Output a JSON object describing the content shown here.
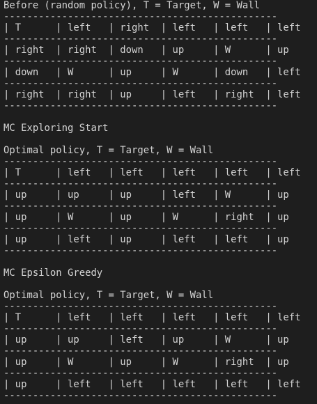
{
  "terminal": {
    "lines": [
      "Before (random policy), T = Target, W = Wall",
      "-----------------------------------------------",
      "| T      | left   | right  | left   | left   | left   |",
      "-----------------------------------------------",
      "| right  | right  | down   | up     | W      | up     |",
      "-----------------------------------------------",
      "| down   | W      | up     | W      | down   | left   |",
      "-----------------------------------------------",
      "| right  | right  | up     | left   | right  | left   |",
      "-----------------------------------------------",
      "",
      "MC Exploring Start",
      "",
      "Optimal policy, T = Target, W = Wall",
      "-----------------------------------------------",
      "| T      | left   | left   | left   | left   | left   |",
      "-----------------------------------------------",
      "| up     | up     | up     | left   | W      | up     |",
      "-----------------------------------------------",
      "| up     | W      | up     | W      | right  | up     |",
      "-----------------------------------------------",
      "| up     | left   | up     | left   | left   | up     |",
      "-----------------------------------------------",
      "",
      "MC Epsilon Greedy",
      "",
      "Optimal policy, T = Target, W = Wall",
      "-----------------------------------------------",
      "| T      | left   | left   | left   | left   | left   |",
      "-----------------------------------------------",
      "| up     | up     | left   | up     | W      | up     |",
      "-----------------------------------------------",
      "| up     | W      | up     | W      | right  | up     |",
      "-----------------------------------------------",
      "| up     | left   | left   | left   | left   | left   |",
      "-----------------------------------------------"
    ]
  }
}
